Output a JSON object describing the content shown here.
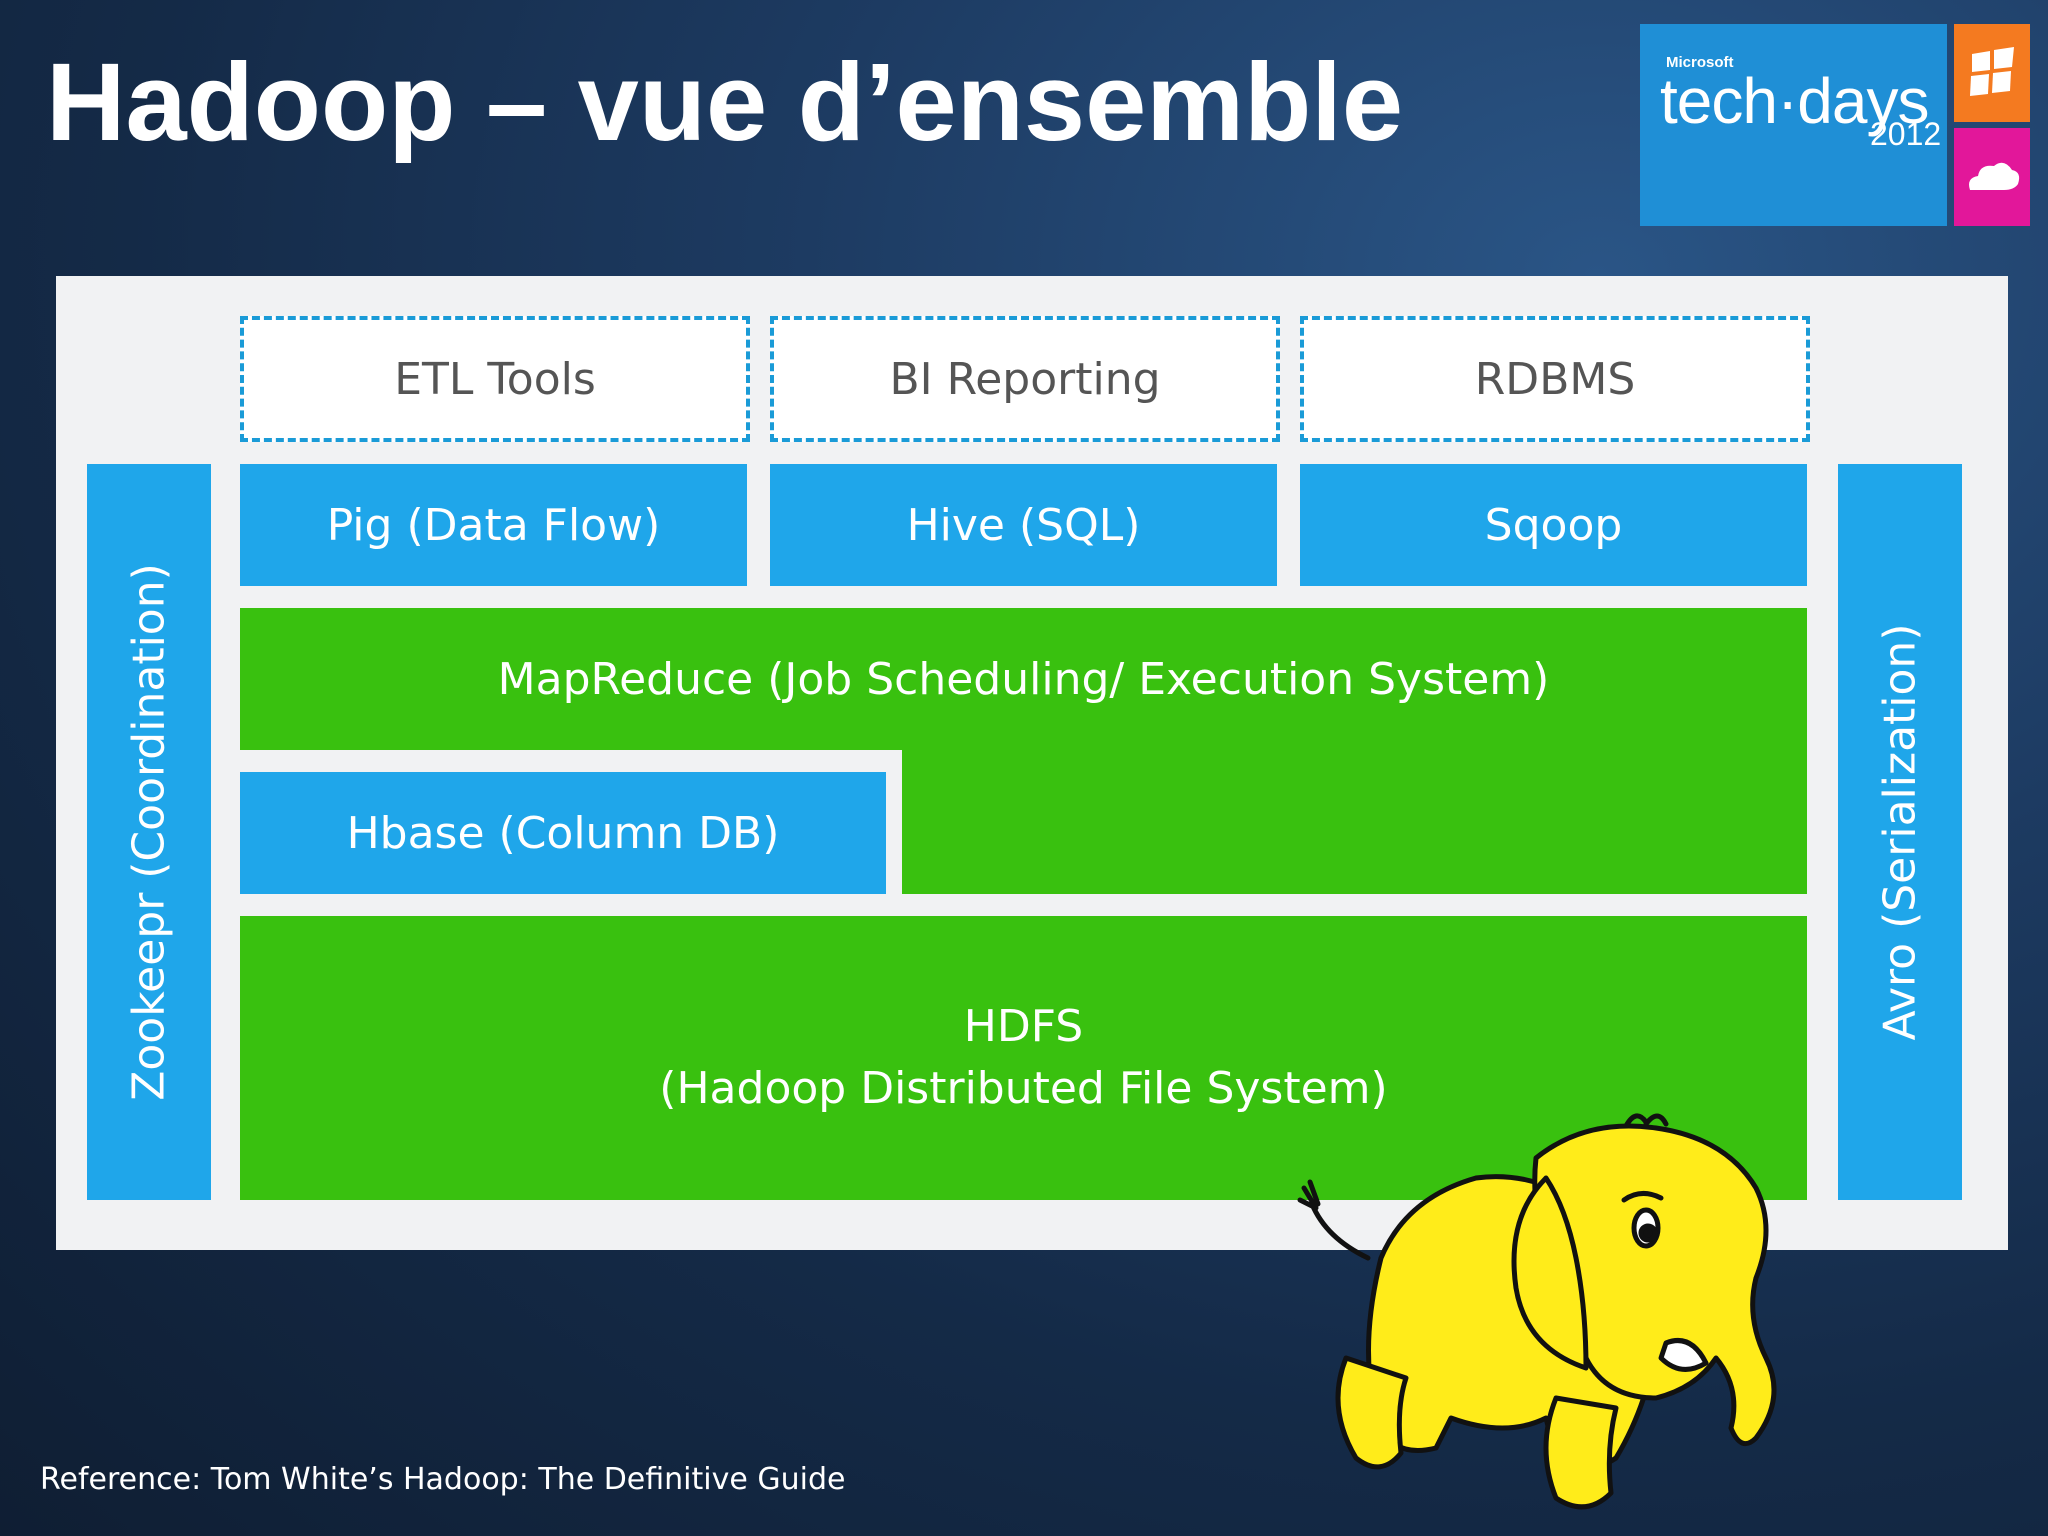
{
  "slide": {
    "title": "Hadoop – vue d’ensemble",
    "reference": "Reference: Tom White’s Hadoop: The Definitive Guide"
  },
  "logo": {
    "microsoft": "Microsoft",
    "techdays": "tech·days",
    "year": "2012"
  },
  "diagram": {
    "external": [
      "ETL Tools",
      "BI Reporting",
      "RDBMS"
    ],
    "tools": [
      "Pig (Data Flow)",
      "Hive (SQL)",
      "Sqoop"
    ],
    "mapreduce": "MapReduce (Job Scheduling/ Execution System)",
    "hbase": "Hbase (Column DB)",
    "hdfs_line1": "HDFS",
    "hdfs_line2": "(Hadoop Distributed File System)",
    "left_side": "Zookeepr (Coordination)",
    "right_side": "Avro (Serialization)"
  },
  "colors": {
    "accent_blue": "#1fa6ea",
    "accent_green": "#39c10f",
    "dashed_border": "#1a9bd7",
    "elephant_yellow": "#ffec1a"
  }
}
